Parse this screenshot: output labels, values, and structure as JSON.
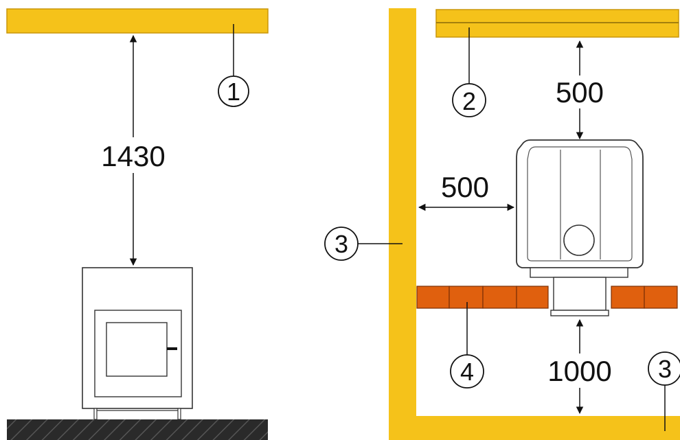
{
  "colors": {
    "beam": "#f5c21a",
    "beam_stroke": "#c9960a",
    "brick": "#e0600e",
    "brick_stroke": "#7a2f05",
    "floor": "#2a2a2a",
    "line": "#111111",
    "stove_body": "#ffffff",
    "stove_stroke": "#333333"
  },
  "left_diagram": {
    "ceiling_callout": "1",
    "dimension_ceiling_to_stove": "1430"
  },
  "right_diagram": {
    "ceiling_callout": "2",
    "wall_callout": "3",
    "floor_callout": "3",
    "brick_callout": "4",
    "dimension_top_clearance": "500",
    "dimension_side_clearance": "500",
    "dimension_bottom_clearance": "1000"
  }
}
